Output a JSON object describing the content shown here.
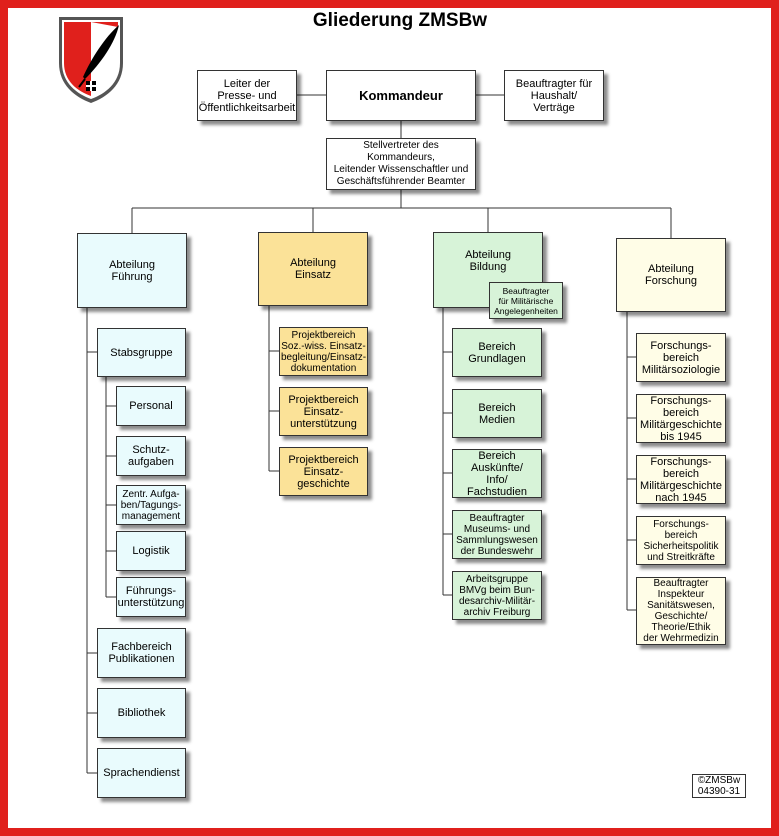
{
  "title": "Gliederung ZMSBw",
  "emblem": {
    "icon": "quill-shield-emblem-icon",
    "colors": {
      "red": "#e0201c",
      "black": "#000000"
    }
  },
  "accent_color": "#e0201c",
  "top": {
    "press": "Leiter der\nPresse- und\nÖffentlichkeitsarbeit",
    "commander": "Kommandeur",
    "budget": "Beauftragter für\nHaushalt/\nVerträge",
    "deputy": "Stellvertreter des Kommandeurs,\nLeitender Wissenschaftler und\nGeschäftsführender Beamter"
  },
  "departments": {
    "fuehrung": {
      "label": "Abteilung\nFührung",
      "stabsgruppe": "Stabsgruppe",
      "stab_items": [
        "Personal",
        "Schutz-\naufgaben",
        "Zentr. Aufga-\nben/Tagungs-\nmanagement",
        "Logistik",
        "Führungs-\nunterstützung"
      ],
      "items": [
        "Fachbereich\nPublikationen",
        "Bibliothek",
        "Sprachendienst"
      ]
    },
    "einsatz": {
      "label": "Abteilung\nEinsatz",
      "items": [
        "Projektbereich\nSoz.-wiss. Einsatz-\nbegleitung/Einsatz-\ndokumentation",
        "Projektbereich\nEinsatz-\nunterstützung",
        "Projektbereich\nEinsatz-\ngeschichte"
      ]
    },
    "bildung": {
      "label": "Abteilung\nBildung",
      "note": "Beauftragter\nfür Militärische\nAngelegenheiten",
      "items": [
        "Bereich\nGrundlagen",
        "Bereich\nMedien",
        "Bereich\nAuskünfte/\nInfo/\nFachstudien",
        "Beauftragter\nMuseums- und\nSammlungswesen\nder Bundeswehr",
        "Arbeitsgruppe\nBMVg beim Bun-\ndesarchiv-Militär-\narchiv Freiburg"
      ]
    },
    "forschung": {
      "label": "Abteilung\nForschung",
      "items": [
        "Forschungs-\nbereich\nMilitärsoziologie",
        "Forschungs-\nbereich\nMilitärgeschichte\nbis 1945",
        "Forschungs-\nbereich\nMilitärgeschichte\nnach 1945",
        "Forschungs-\nbereich\nSicherheitspolitik\nund Streitkräfte",
        "Beauftragter\nInspekteur\nSanitätswesen,\nGeschichte/\nTheorie/Ethik\nder Wehrmedizin"
      ]
    }
  },
  "copyright": "©ZMSBw\n04390-31"
}
